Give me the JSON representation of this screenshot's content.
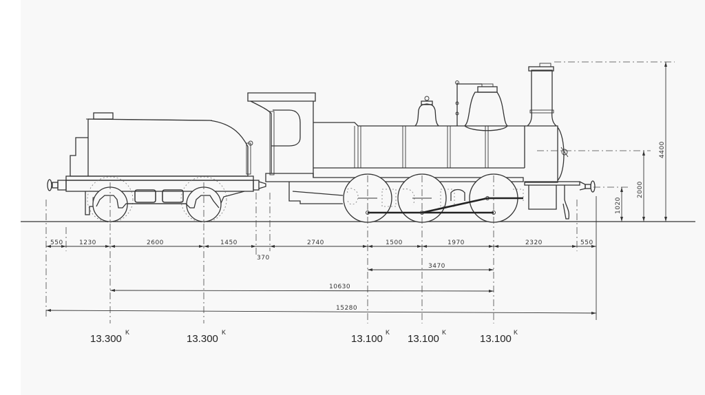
{
  "drawing": {
    "subject": "steam locomotive with tender, side elevation",
    "horizontal_dimensions_mm": {
      "row1": [
        "550",
        "1230",
        "2600",
        "1450",
        "2740",
        "1500",
        "1970",
        "2320",
        "550"
      ],
      "gap_label": "370",
      "coupled_wheelbase": "3470",
      "total_wheelbase": "10630",
      "length_over_buffers": "15280"
    },
    "vertical_dimensions_mm": {
      "buffer_height": "1020",
      "boiler_axis_height": "2000",
      "chimney_height": "4400"
    },
    "axle_loads": [
      {
        "value": "13.300",
        "unit": "K"
      },
      {
        "value": "13.300",
        "unit": "K"
      },
      {
        "value": "13.100",
        "unit": "K"
      },
      {
        "value": "13.100",
        "unit": "K"
      },
      {
        "value": "13.100",
        "unit": "K"
      }
    ]
  }
}
